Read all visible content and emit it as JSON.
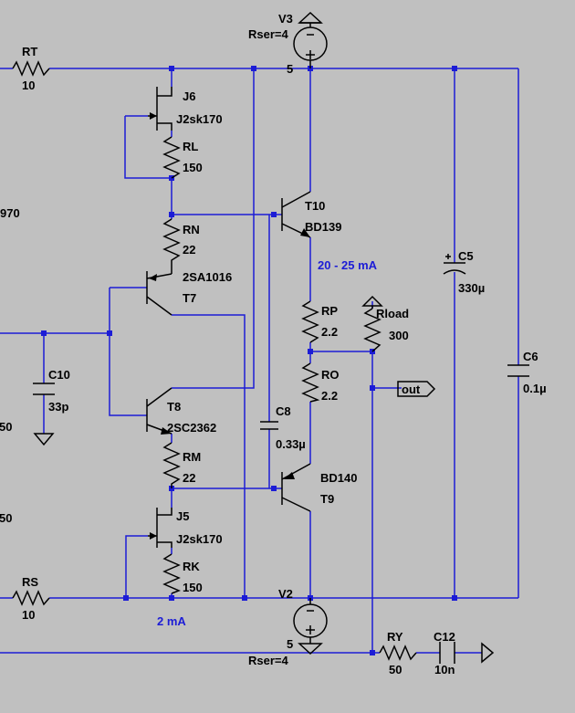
{
  "components": {
    "RT": {
      "name": "RT",
      "value": "10"
    },
    "RL": {
      "name": "RL",
      "value": "150"
    },
    "RN": {
      "name": "RN",
      "value": "22"
    },
    "RM": {
      "name": "RM",
      "value": "22"
    },
    "RK": {
      "name": "RK",
      "value": "150"
    },
    "RS": {
      "name": "RS",
      "value": "10"
    },
    "RP": {
      "name": "RP",
      "value": "2.2"
    },
    "RO": {
      "name": "RO",
      "value": "2.2"
    },
    "Rload": {
      "name": "Rload",
      "value": "300"
    },
    "RY": {
      "name": "RY",
      "value": "50"
    },
    "J6": {
      "name": "J6",
      "value": "J2sk170"
    },
    "J5": {
      "name": "J5",
      "value": "J2sk170"
    },
    "T7": {
      "name": "T7",
      "value": "2SA1016"
    },
    "T8": {
      "name": "T8",
      "value": "2SC2362"
    },
    "T10": {
      "name": "T10",
      "value": "BD139"
    },
    "T9": {
      "name": "T9",
      "value": "T9",
      "model": "BD140"
    },
    "C10": {
      "name": "C10",
      "value": "33p"
    },
    "C8": {
      "name": "C8",
      "value": "0.33µ"
    },
    "C5": {
      "name": "C5",
      "value": "330µ"
    },
    "C6": {
      "name": "C6",
      "value": "0.1µ"
    },
    "C12": {
      "name": "C12",
      "value": "10n"
    },
    "V3": {
      "name": "V3",
      "value": "5",
      "rser": "Rser=4"
    },
    "V2": {
      "name": "V2",
      "value": "5",
      "rser": "Rser=4"
    }
  },
  "annotations": {
    "output_current": "20 - 25 mA",
    "bias_current": "2 mA",
    "out_label": "out"
  },
  "offpage_fragments": [
    "970",
    "50",
    "50"
  ],
  "colors": {
    "wire": "#1c1cd6",
    "component": "#000000",
    "background": "#c0c0c0"
  }
}
